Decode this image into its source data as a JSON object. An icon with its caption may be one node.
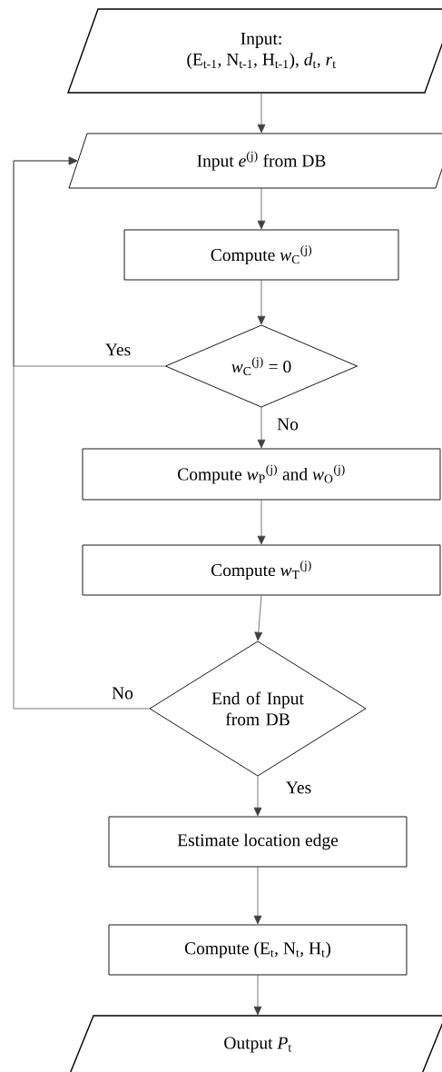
{
  "diagram": {
    "nodes": [
      {
        "text": [
          "Input:",
          "(E$_{t-1}$, N$_{t-1}$, H$_{t-1}$), *d*$_{t}$, *r*$_{t}$"
        ]
      },
      {
        "text": [
          "Input *e*$^{(j)}$ from DB"
        ]
      },
      {
        "text": [
          "Compute *w*$_{C}$$^{(j)}$"
        ]
      },
      {
        "text": [
          "*w*$_{C}$$^{(j)}$ = 0"
        ]
      },
      {
        "text": [
          "Compute *w*$_{P}$$^{(j)}$ and *w*$_{O}$$^{(j)}$"
        ]
      },
      {
        "text": [
          "Compute *w*$_{T}$$^{(j)}$"
        ]
      },
      {
        "text": [
          "End of Input from DB"
        ]
      },
      {
        "text": [
          "Estimate location edge"
        ]
      },
      {
        "text": [
          "Compute (E$_{t}$, N$_{t}$, H$_{t}$)"
        ]
      },
      {
        "text": [
          "Output *P*$_{t}$"
        ]
      }
    ],
    "edges": [
      {
        "from": 0,
        "to": 1,
        "arrow": "to"
      },
      {
        "from": 1,
        "to": 2,
        "arrow": "to"
      },
      {
        "from": 2,
        "to": 3,
        "arrow": "to"
      },
      {
        "from": 3,
        "to": 1,
        "arrow": "to",
        "label": "Yes"
      },
      {
        "from": 3,
        "to": 4,
        "arrow": "to",
        "label": "No"
      },
      {
        "from": 4,
        "to": 5,
        "arrow": "to"
      },
      {
        "from": 5,
        "to": 6,
        "arrow": "to"
      },
      {
        "from": 6,
        "to": 1,
        "arrow": "to",
        "label": "No"
      },
      {
        "from": 6,
        "to": 7,
        "arrow": "to",
        "label": "Yes"
      },
      {
        "from": 7,
        "to": 8,
        "arrow": "to"
      },
      {
        "from": 8,
        "to": 9,
        "arrow": "to"
      }
    ]
  }
}
